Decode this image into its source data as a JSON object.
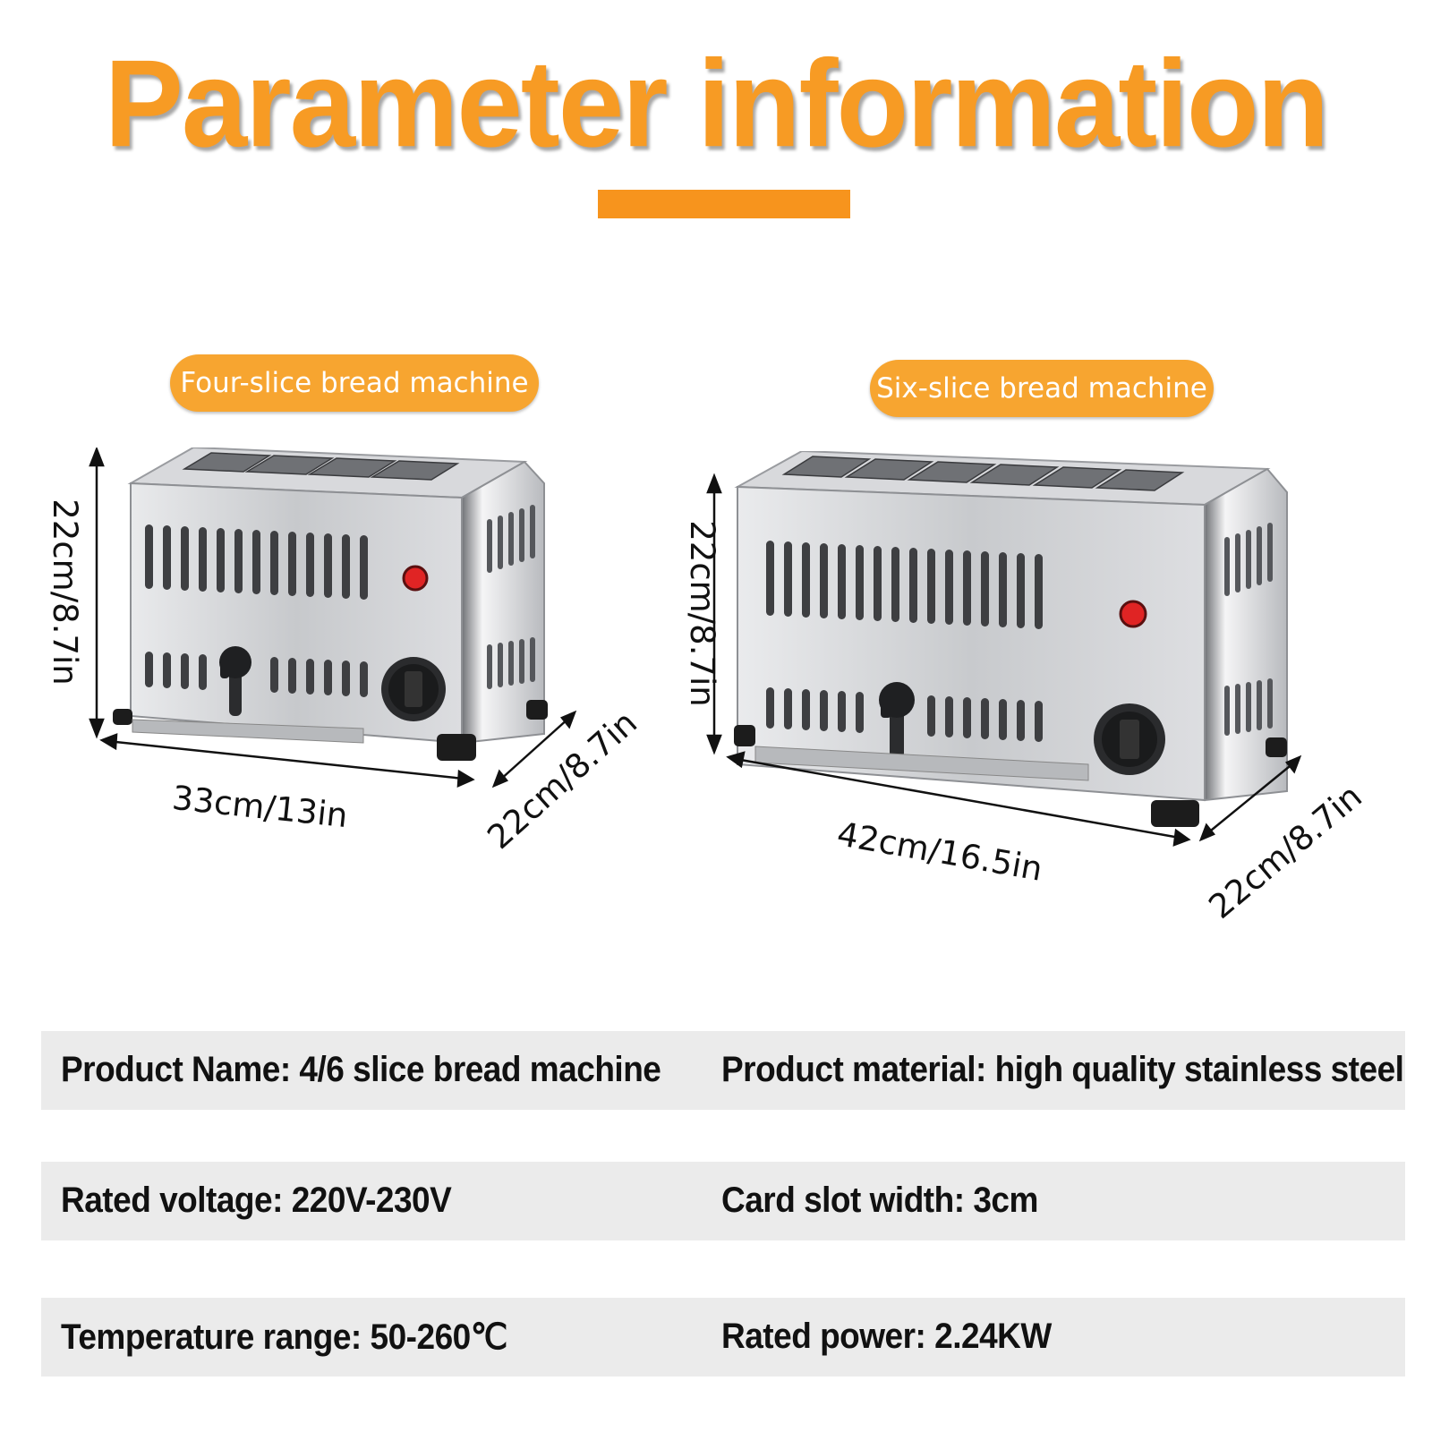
{
  "header": {
    "title": "Parameter information",
    "accent_color": "#f7941d"
  },
  "products": [
    {
      "label": "Four-slice bread machine",
      "height_label": "22cm/8.7in",
      "width_label": "33cm/13in",
      "depth_label": "22cm/8.7in"
    },
    {
      "label": "Six-slice bread machine",
      "height_label": "22cm/8.7in",
      "width_label": "42cm/16.5in",
      "depth_label": "22cm/8.7in"
    }
  ],
  "specs": [
    [
      "Product Name: 4/6 slice bread machine",
      "Product material: high quality stainless steel"
    ],
    [
      "Rated voltage: 220V-230V",
      "Card slot width: 3cm"
    ],
    [
      "Temperature range: 50-260℃",
      "Rated power: 2.24KW"
    ]
  ],
  "colors": {
    "title": "#f79b24",
    "pill": "#f7a530",
    "row_background": "#ebebeb",
    "steel": "#c9cbce",
    "indicator": "#e02424"
  },
  "icons": [
    "toaster-image",
    "dimension-arrow",
    "power-indicator",
    "temperature-knob",
    "lever-handle"
  ]
}
